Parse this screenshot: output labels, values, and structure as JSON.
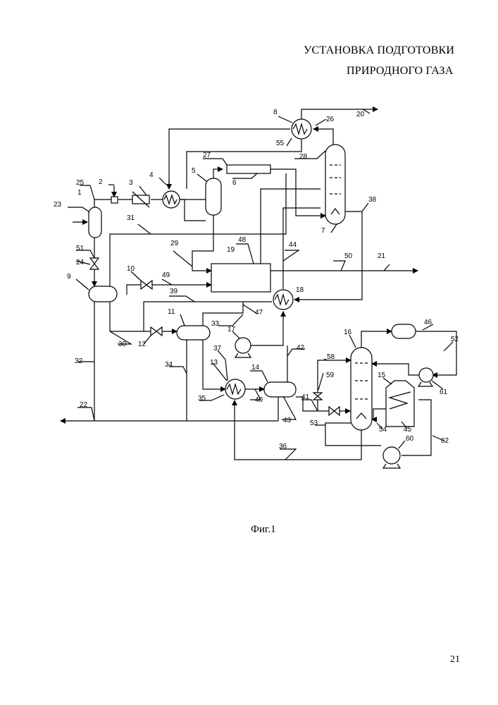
{
  "title": {
    "line1": "УСТАНОВКА ПОДГОТОВКИ",
    "line2": "ПРИРОДНОГО ГАЗА"
  },
  "figure_caption": "Фиг.1",
  "page_number": "21",
  "labels": [
    "1",
    "2",
    "3",
    "4",
    "5",
    "6",
    "7",
    "8",
    "9",
    "10",
    "11",
    "12",
    "13",
    "14",
    "15",
    "16",
    "17",
    "18",
    "19",
    "20",
    "21",
    "22",
    "23",
    "24",
    "25",
    "26",
    "27",
    "28",
    "29",
    "30",
    "31",
    "32",
    "33",
    "34",
    "35",
    "36",
    "37",
    "38",
    "39",
    "40",
    "41",
    "42",
    "43",
    "44",
    "45",
    "46",
    "47",
    "48",
    "49",
    "50",
    "51",
    "52",
    "53",
    "54",
    "55",
    "58",
    "59",
    "60",
    "61",
    "62"
  ]
}
